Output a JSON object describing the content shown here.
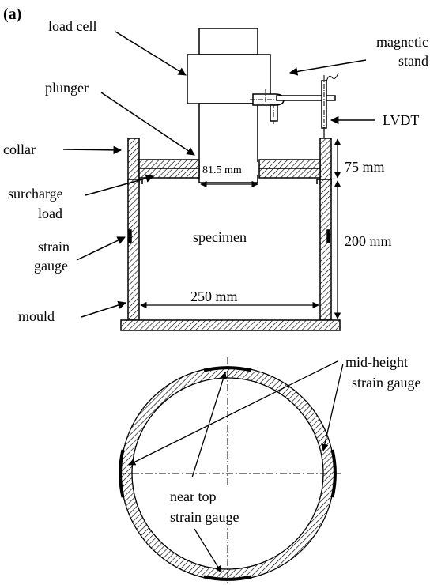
{
  "panel_label": "(a)",
  "labels": {
    "load_cell": "load cell",
    "magnetic_line1": "magnetic",
    "magnetic_line2": "stand",
    "plunger": "plunger",
    "lvdt": "LVDT",
    "collar": "collar",
    "surcharge_line1": "surcharge",
    "surcharge_line2": "load",
    "specimen": "specimen",
    "strain_line1": "strain",
    "strain_line2": "gauge",
    "mould": "mould",
    "mid_line1": "mid-height",
    "mid_line2": "strain gauge",
    "near_line1": "near top",
    "near_line2": "strain gauge"
  },
  "dimensions": {
    "plunger_width": "81.5 mm",
    "collar_height": "75 mm",
    "mould_height": "200 mm",
    "mould_diameter": "250 mm"
  },
  "colors": {
    "line": "#000000",
    "hatch": "#000000",
    "background": "#ffffff"
  }
}
